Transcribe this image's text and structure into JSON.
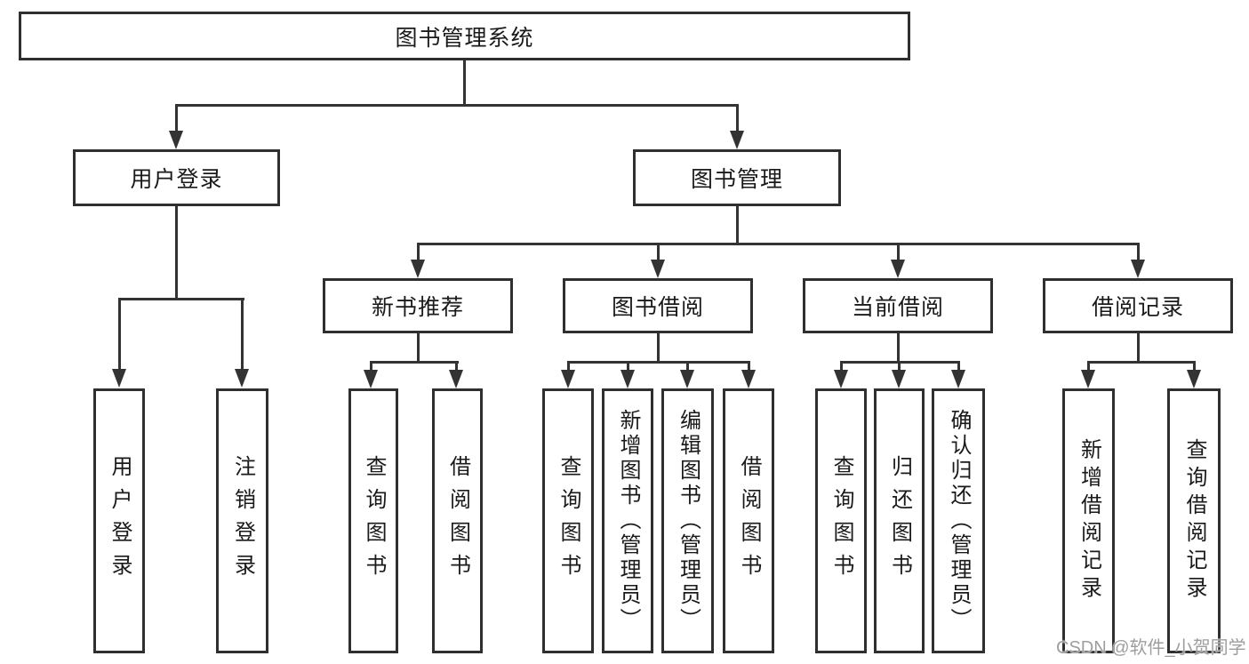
{
  "diagram_type": "hierarchy-tree",
  "tree": {
    "label": "图书管理系统",
    "children": [
      {
        "label": "用户登录",
        "children": [
          {
            "label": "用户登录"
          },
          {
            "label": "注销登录"
          }
        ]
      },
      {
        "label": "图书管理",
        "children": [
          {
            "label": "新书推荐",
            "children": [
              {
                "label": "查询图书"
              },
              {
                "label": "借阅图书"
              }
            ]
          },
          {
            "label": "图书借阅",
            "children": [
              {
                "label": "查询图书"
              },
              {
                "label": "新增图书（管理员）"
              },
              {
                "label": "编辑图书（管理员）"
              },
              {
                "label": "借阅图书"
              }
            ]
          },
          {
            "label": "当前借阅",
            "children": [
              {
                "label": "查询图书"
              },
              {
                "label": "归还图书"
              },
              {
                "label": "确认归还（管理员）"
              }
            ]
          },
          {
            "label": "借阅记录",
            "children": [
              {
                "label": "新增借阅记录"
              },
              {
                "label": "查询借阅记录"
              }
            ]
          }
        ]
      }
    ]
  },
  "watermark": "CSDN @软件_小贺同学",
  "colors": {
    "line": "#333333",
    "box_border": "#2f2f2f",
    "text": "#1a1a1a",
    "watermark": "#9e9e9e",
    "background": "#ffffff"
  }
}
